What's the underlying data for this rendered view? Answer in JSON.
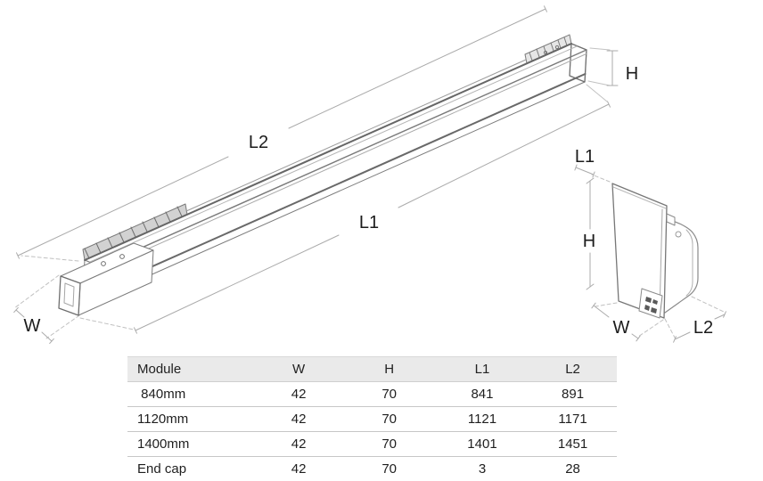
{
  "drawing": {
    "module_view": {
      "l2_label": "L2",
      "l1_label": "L1",
      "h_label": "H",
      "w_label": "W"
    },
    "endcap_view": {
      "l1_label": "L1",
      "h_label": "H",
      "w_label": "W",
      "l2_label": "L2"
    }
  },
  "colors": {
    "outline": "#7b7b7b",
    "outline_dark": "#696969",
    "dimension_line": "#ababab",
    "label_text": "#1b1b1b",
    "table_header_bg": "#eaeaea",
    "table_border": "#c7c7c7",
    "table_text": "#1f1f1f"
  },
  "table": {
    "columns": [
      "Module",
      "W",
      "H",
      "L1",
      "L2"
    ],
    "rows": [
      {
        "cells": [
          " 840mm",
          "42",
          "70",
          "841",
          "891"
        ]
      },
      {
        "cells": [
          "1120mm",
          "42",
          "70",
          "1121",
          "1171"
        ]
      },
      {
        "cells": [
          "1400mm",
          "42",
          "70",
          "1401",
          "1451"
        ]
      },
      {
        "cells": [
          "End cap",
          "42",
          "70",
          "3",
          "28"
        ]
      }
    ]
  }
}
